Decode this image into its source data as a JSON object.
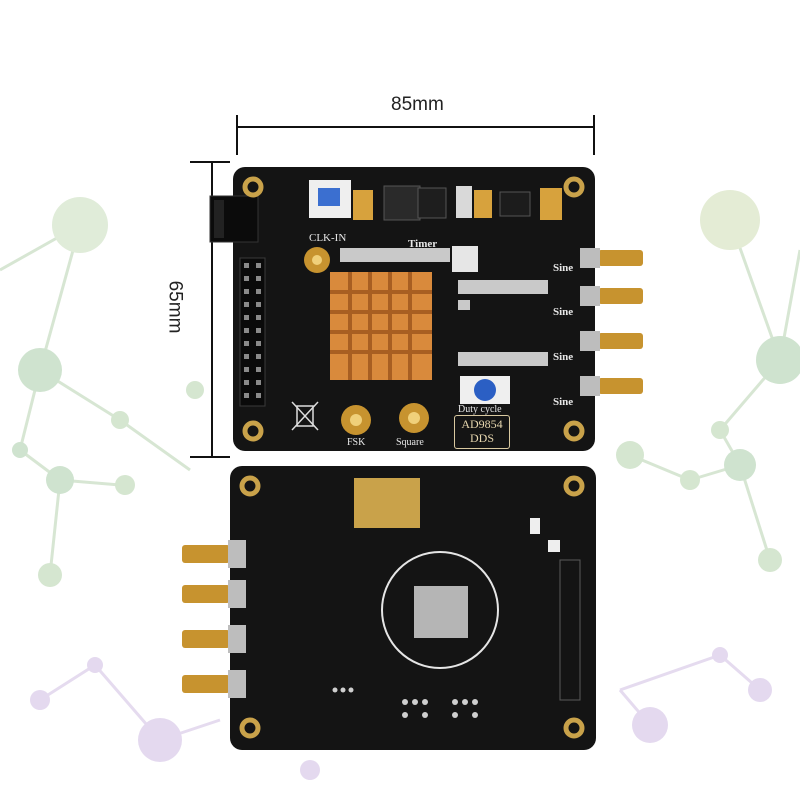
{
  "dimensions": {
    "width_label": "85mm",
    "height_label": "65mm"
  },
  "front_board": {
    "silkscreen": {
      "clk_in": "CLK-IN",
      "timer": "Timer",
      "sine_labels": [
        "Sine",
        "Sine",
        "Sine",
        "Sine"
      ],
      "duty_cycle": "Duty cycle",
      "fsk": "FSK",
      "square": "Square",
      "model": "AD9854",
      "model_sub": "DDS"
    },
    "heatsink_color": "#d98a3c",
    "pcb_color": "#141414"
  },
  "back_board": {
    "pad_color": "#c9a24a",
    "pcb_color": "#141414"
  },
  "background": {
    "node_colors": [
      "#cfe3cf",
      "#e4d9ef",
      "#d8e9c9"
    ]
  }
}
